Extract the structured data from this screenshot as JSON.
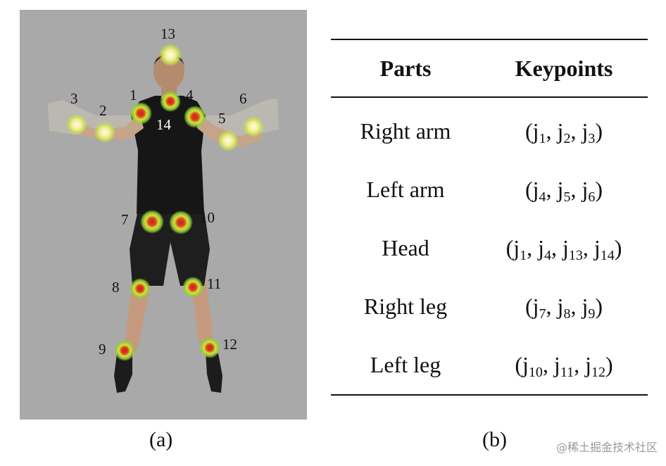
{
  "figure_a": {
    "caption": "(a)",
    "keypoints": [
      {
        "id": "1",
        "label": "1"
      },
      {
        "id": "2",
        "label": "2"
      },
      {
        "id": "3",
        "label": "3"
      },
      {
        "id": "4",
        "label": "4"
      },
      {
        "id": "5",
        "label": "5"
      },
      {
        "id": "6",
        "label": "6"
      },
      {
        "id": "7",
        "label": "7"
      },
      {
        "id": "8",
        "label": "8"
      },
      {
        "id": "9",
        "label": "9"
      },
      {
        "id": "10",
        "label": "10"
      },
      {
        "id": "11",
        "label": "11"
      },
      {
        "id": "12",
        "label": "12"
      },
      {
        "id": "13",
        "label": "13"
      },
      {
        "id": "14",
        "label": "14"
      }
    ]
  },
  "figure_b": {
    "caption": "(b)",
    "headers": {
      "parts": "Parts",
      "keypoints": "Keypoints"
    },
    "rows": [
      {
        "part": "Right arm",
        "keypoints": [
          "1",
          "2",
          "3"
        ]
      },
      {
        "part": "Left arm",
        "keypoints": [
          "4",
          "5",
          "6"
        ]
      },
      {
        "part": "Head",
        "keypoints": [
          "1",
          "4",
          "13",
          "14"
        ]
      },
      {
        "part": "Right leg",
        "keypoints": [
          "7",
          "8",
          "9"
        ]
      },
      {
        "part": "Left leg",
        "keypoints": [
          "10",
          "11",
          "12"
        ]
      }
    ]
  },
  "watermark": "@稀土掘金技术社区"
}
